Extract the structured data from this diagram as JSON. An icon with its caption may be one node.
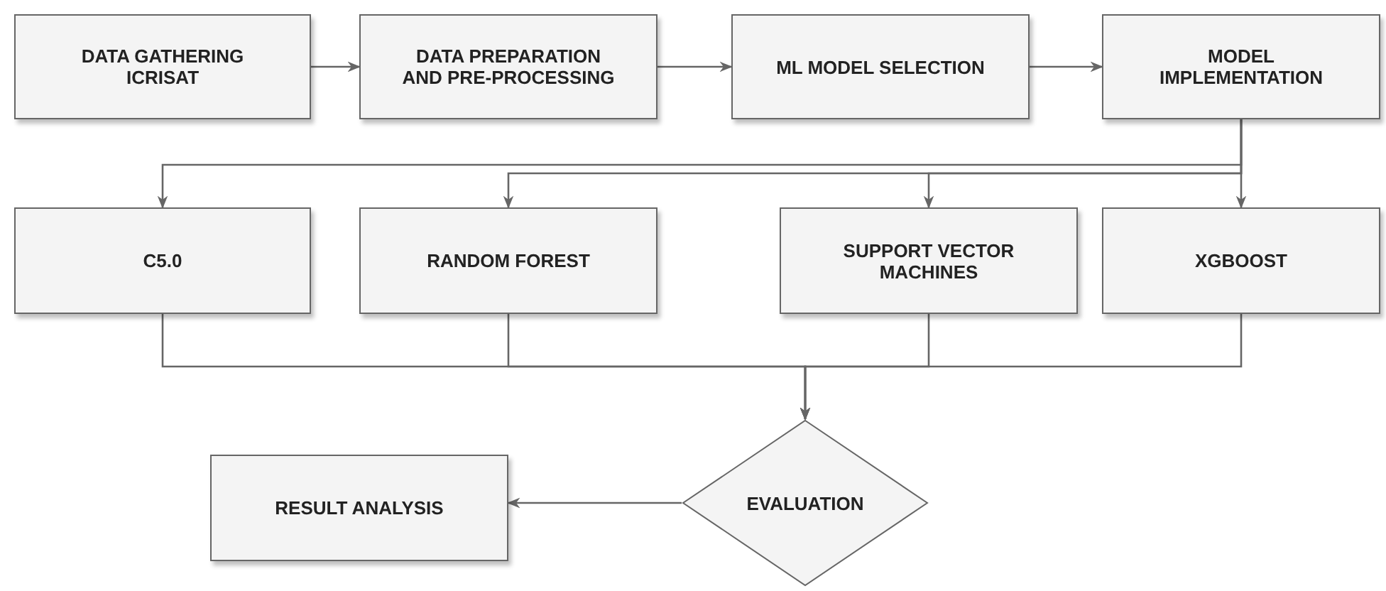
{
  "diagram": {
    "nodes": [
      {
        "text": [
          "DATA GATHERING ICRISAT"
        ]
      },
      {
        "text": [
          "DATA PREPARATION AND PRE-PROCESSING"
        ]
      },
      {
        "text": [
          "ML MODEL SELECTION"
        ]
      },
      {
        "text": [
          "MODEL IMPLEMENTATION"
        ]
      },
      {
        "text": [
          "C5.0"
        ]
      },
      {
        "text": [
          "RANDOM FOREST"
        ]
      },
      {
        "text": [
          "SUPPORT VECTOR MACHINES"
        ]
      },
      {
        "text": [
          "XGBOOST"
        ]
      },
      {
        "text": [
          "EVALUATION"
        ]
      },
      {
        "text": [
          "RESULT ANALYSIS"
        ]
      }
    ],
    "edges": [
      {
        "from": 0,
        "to": 1,
        "arrow": "to"
      },
      {
        "from": 1,
        "to": 2,
        "arrow": "to"
      },
      {
        "from": 2,
        "to": 3,
        "arrow": "to"
      },
      {
        "from": 3,
        "to": 4,
        "arrow": "to"
      },
      {
        "from": 3,
        "to": 5,
        "arrow": "to"
      },
      {
        "from": 3,
        "to": 6,
        "arrow": "to"
      },
      {
        "from": 3,
        "to": 7,
        "arrow": "to"
      },
      {
        "from": 4,
        "to": 8,
        "arrow": "to"
      },
      {
        "from": 5,
        "to": 8,
        "arrow": "to"
      },
      {
        "from": 6,
        "to": 8,
        "arrow": "to"
      },
      {
        "from": 7,
        "to": 8,
        "arrow": "to"
      },
      {
        "from": 8,
        "to": 9,
        "arrow": "to"
      }
    ]
  }
}
